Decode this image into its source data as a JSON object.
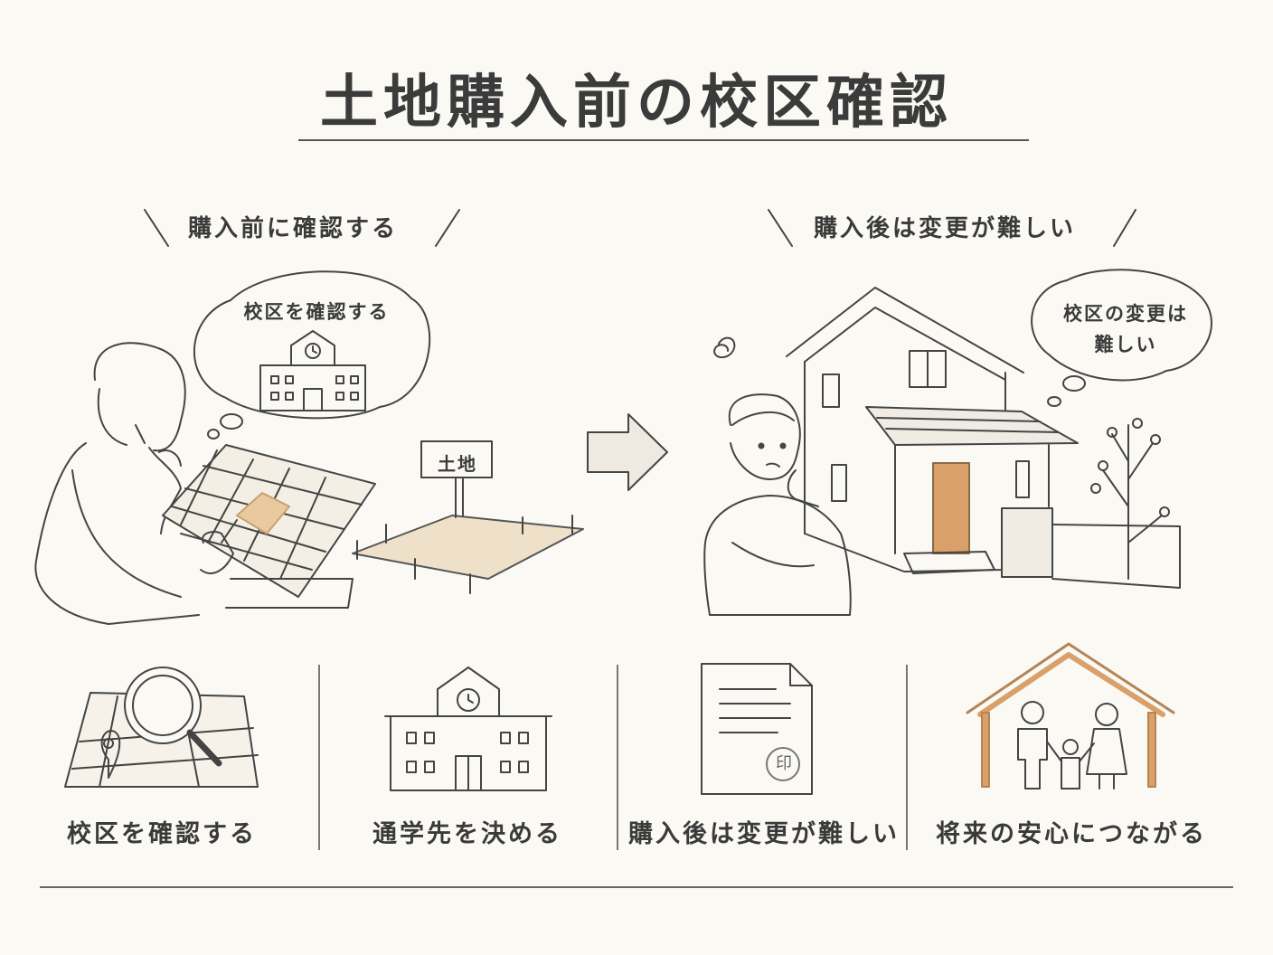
{
  "title": "土地購入前の校区確認",
  "left_heading": "購入前に確認する",
  "right_heading": "購入後は変更が難しい",
  "left_bubble": "校区を確認する",
  "right_bubble": [
    "校区の変更は",
    "難しい"
  ],
  "land_sign": "土地",
  "stamp_char": "印",
  "captions": [
    "校区を確認する",
    "通学先を決める",
    "購入後は変更が難しい",
    "将来の安心につながる"
  ],
  "icons": [
    "map-search-icon",
    "school-building-icon",
    "contract-document-icon",
    "family-house-icon"
  ],
  "colors": {
    "accent_wood": "#d9a06a",
    "ink": "#3a3a3a",
    "paper": "#fbf9f4"
  }
}
